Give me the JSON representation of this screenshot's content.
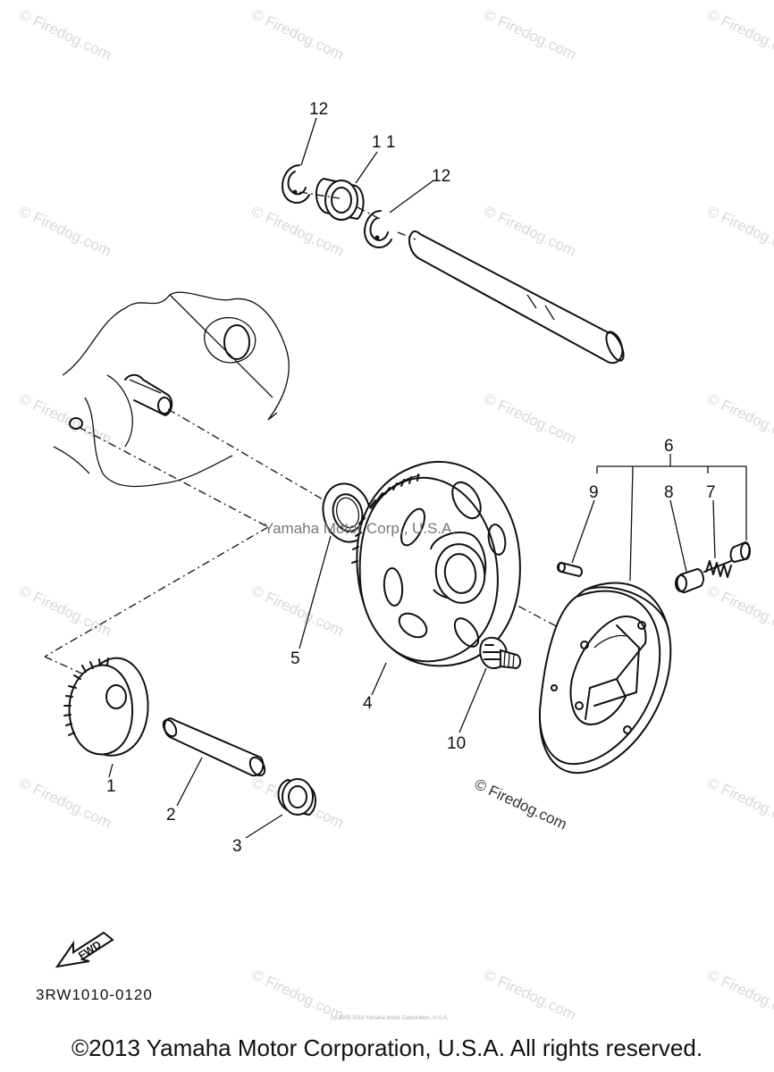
{
  "diagram": {
    "callouts": {
      "c1": "1",
      "c2": "2",
      "c3": "3",
      "c4": "4",
      "c5": "5",
      "c6": "6",
      "c7": "7",
      "c8": "8",
      "c9": "9",
      "c10": "10",
      "c11": "1 1",
      "c12a": "12",
      "c12b": "12"
    },
    "fwd_label": "FWD",
    "part_code": "3RW1010-0120",
    "mid_watermark": "Yamaha Motor Corp., U.S.A.",
    "firedog_stamp": "© Firedog.com",
    "tile_watermark": "© Firedog.com",
    "fine_print": "(c) 2005-2015 Yamaha Motor Corporation, U.S.A.",
    "copyright": "©2013 Yamaha Motor Corporation, U.S.A. All rights reserved."
  }
}
